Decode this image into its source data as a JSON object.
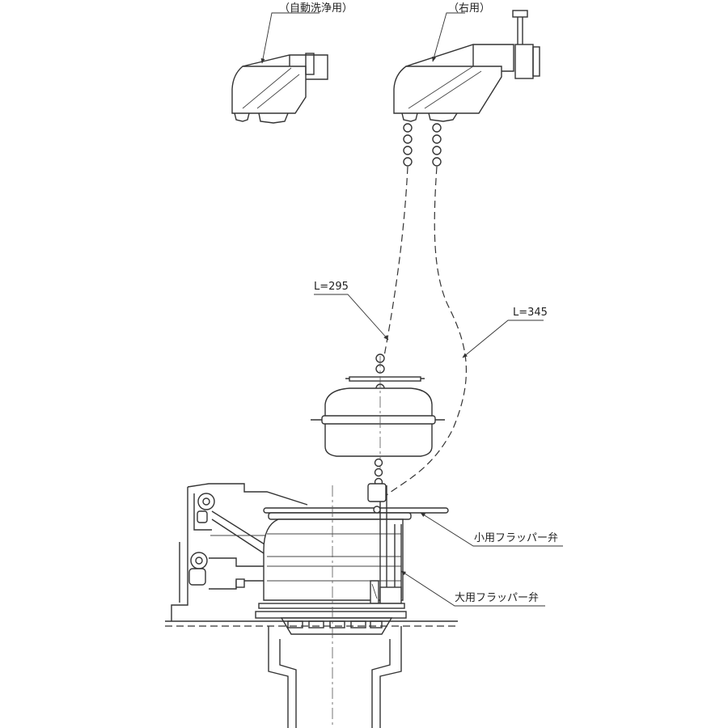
{
  "labels": {
    "auto_flush": "（自動洗浄用）",
    "right_use": "（右用）",
    "chain_short": "L=295",
    "chain_long": "L=345",
    "small_flapper": "小用フラッパー弁",
    "large_flapper": "大用フラッパー弁"
  },
  "colors": {
    "line": "#333333",
    "background": "#ffffff"
  }
}
